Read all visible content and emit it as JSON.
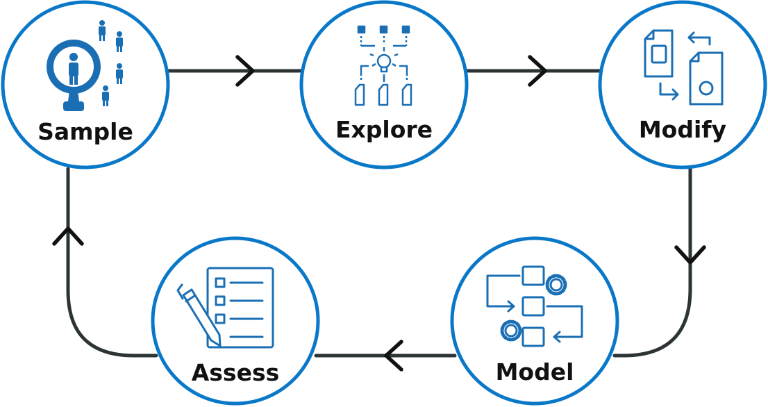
{
  "colors": {
    "circle_stroke": "#0a78c8",
    "icon_blue": "#1a6fb4",
    "connector": "#2d3436",
    "label": "#111111",
    "background": "#ffffff"
  },
  "stages": [
    {
      "id": "sample",
      "label": "Sample",
      "icon": "magnifier-people-icon"
    },
    {
      "id": "explore",
      "label": "Explore",
      "icon": "lightbulb-network-icon"
    },
    {
      "id": "modify",
      "label": "Modify",
      "icon": "document-transform-icon"
    },
    {
      "id": "model",
      "label": "Model",
      "icon": "process-gears-icon"
    },
    {
      "id": "assess",
      "label": "Assess",
      "icon": "checklist-pen-icon"
    }
  ]
}
